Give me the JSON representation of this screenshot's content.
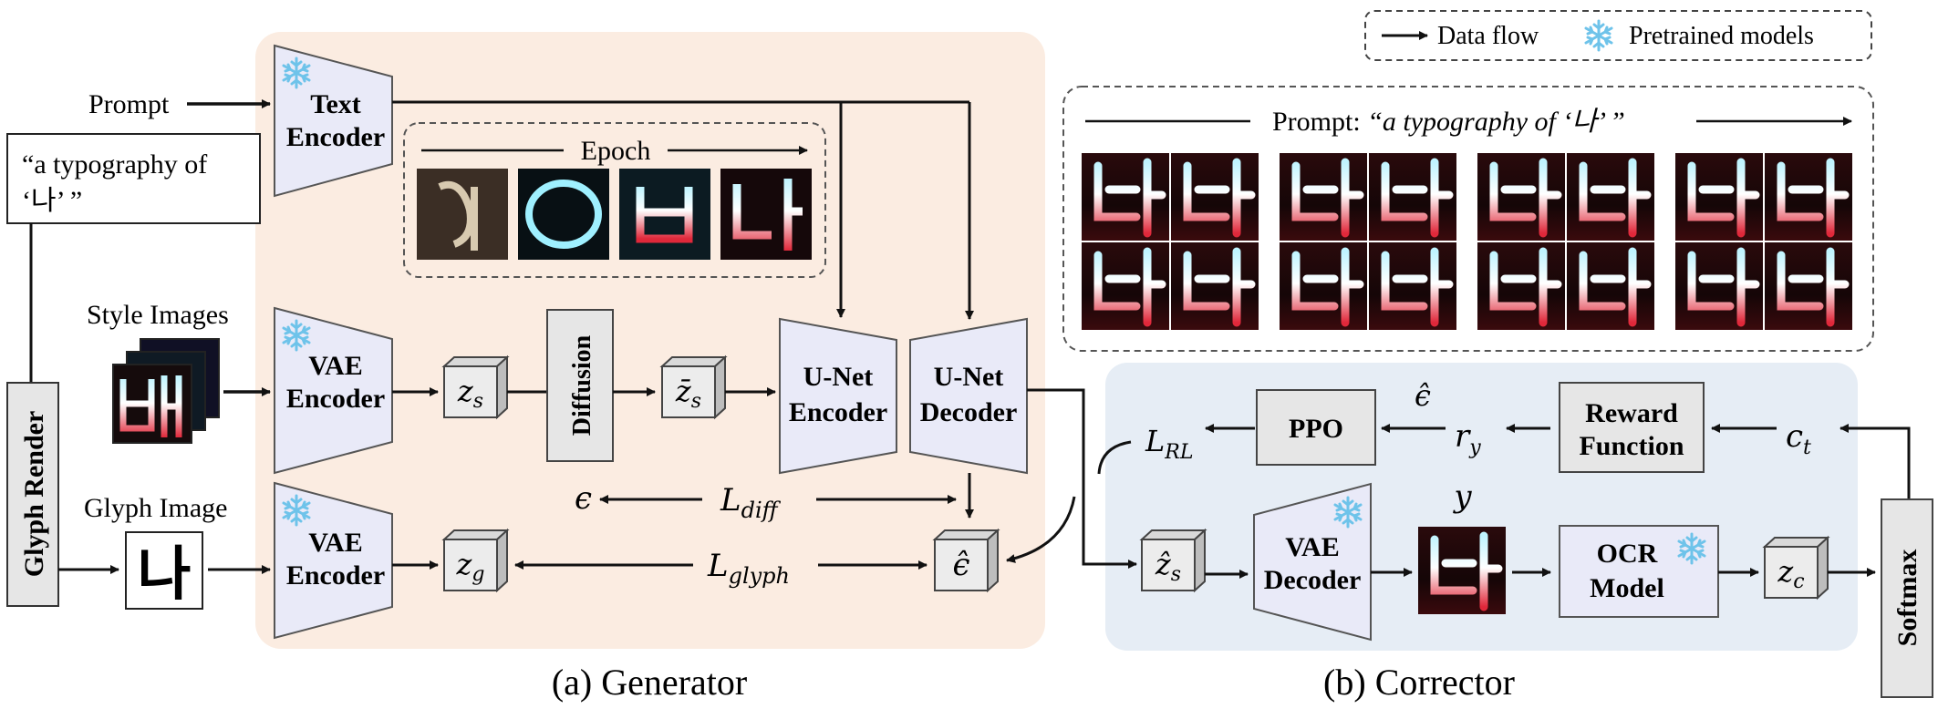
{
  "legend": {
    "data_flow": "Data flow",
    "pretrained": "Pretrained models"
  },
  "generator": {
    "caption": "(a) Generator",
    "prompt_label": "Prompt",
    "prompt_text_line1": "“a typography of",
    "prompt_text_line2": "‘나’ ”",
    "glyph_render": "Glyph Render",
    "style_images_label": "Style Images",
    "glyph_image_label": "Glyph Image",
    "glyph_char": "나",
    "text_encoder_line1": "Text",
    "text_encoder_line2": "Encoder",
    "vae_encoder_line1": "VAE",
    "vae_encoder_line2": "Encoder",
    "diffusion": "Diffusion",
    "unet_encoder_line1": "U-Net",
    "unet_encoder_line2": "Encoder",
    "unet_decoder_line1": "U-Net",
    "unet_decoder_line2": "Decoder",
    "epoch_label": "Epoch",
    "z_s": "z",
    "z_s_sub": "s",
    "zbar_s": "z̄",
    "zbar_s_sub": "s",
    "z_g": "z",
    "z_g_sub": "g",
    "epsilon": "ϵ",
    "epsilon_hat": "ϵ̂",
    "l_diff": "L",
    "l_diff_sub": "diff",
    "l_glyph": "L",
    "l_glyph_sub": "glyph"
  },
  "corrector": {
    "caption": "(b) Corrector",
    "prompt_prefix": "Prompt:",
    "prompt_text": "“a typography of ‘나’ ”",
    "ppo": "PPO",
    "reward_line1": "Reward",
    "reward_line2": "Function",
    "vae_decoder_line1": "VAE",
    "vae_decoder_line2": "Decoder",
    "ocr_line1": "OCR",
    "ocr_line2": "Model",
    "softmax": "Softmax",
    "l_rl": "L",
    "l_rl_sub": "RL",
    "r_y": "r",
    "r_y_sub": "y",
    "c_t": "c",
    "c_t_sub": "t",
    "z_c": "z",
    "z_c_sub": "c",
    "zhat_s": "ẑ",
    "zhat_s_sub": "s",
    "y": "y",
    "eps_hat": "ϵ̂"
  },
  "colors": {
    "generator_bg": "#fbece1",
    "corrector_bg": "#e6edf5",
    "module_fill": "#e9eaf8",
    "gray_box": "#e6e6e6",
    "snowflake": "#6ec3ea"
  }
}
